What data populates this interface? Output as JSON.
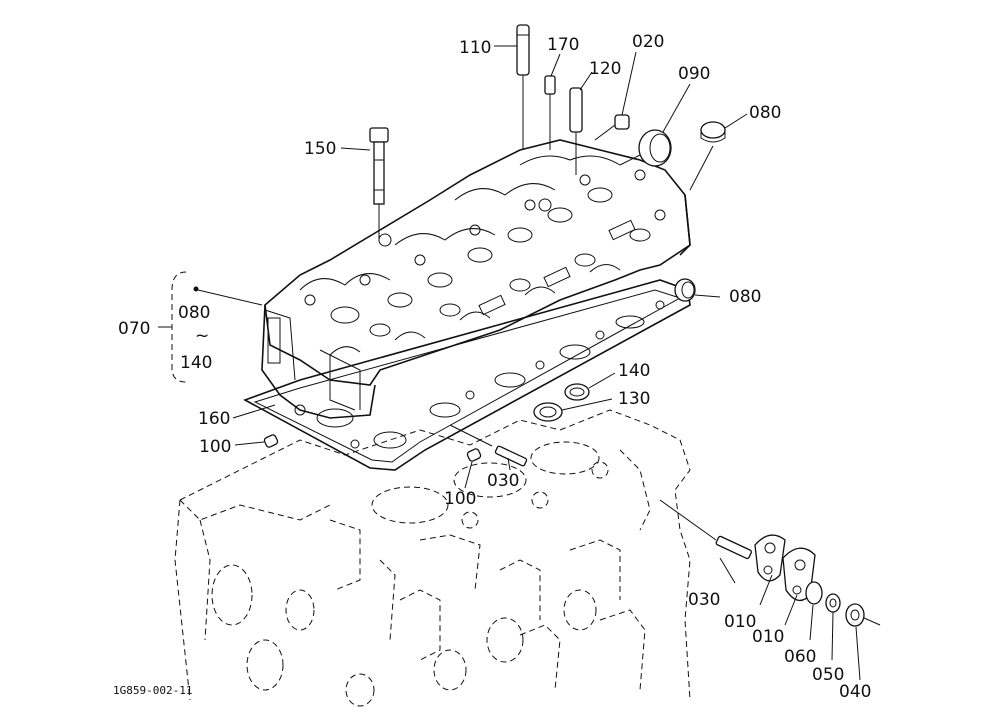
{
  "drawing_code": "1G859-002-11",
  "callouts": [
    {
      "id": "110",
      "text": "110"
    },
    {
      "id": "170",
      "text": "170"
    },
    {
      "id": "120",
      "text": "120"
    },
    {
      "id": "020",
      "text": "020"
    },
    {
      "id": "090",
      "text": "090"
    },
    {
      "id": "080a",
      "text": "080"
    },
    {
      "id": "150",
      "text": "150"
    },
    {
      "id": "080b",
      "text": "080"
    },
    {
      "id": "070",
      "text": "070"
    },
    {
      "id": "080c",
      "text": "080"
    },
    {
      "id": "tilde",
      "text": "~"
    },
    {
      "id": "140a",
      "text": "140"
    },
    {
      "id": "140b",
      "text": "140"
    },
    {
      "id": "130",
      "text": "130"
    },
    {
      "id": "160",
      "text": "160"
    },
    {
      "id": "100a",
      "text": "100"
    },
    {
      "id": "030a",
      "text": "030"
    },
    {
      "id": "100b",
      "text": "100"
    },
    {
      "id": "030b",
      "text": "030"
    },
    {
      "id": "010a",
      "text": "010"
    },
    {
      "id": "010b",
      "text": "010"
    },
    {
      "id": "060",
      "text": "060"
    },
    {
      "id": "050",
      "text": "050"
    },
    {
      "id": "040",
      "text": "040"
    }
  ]
}
